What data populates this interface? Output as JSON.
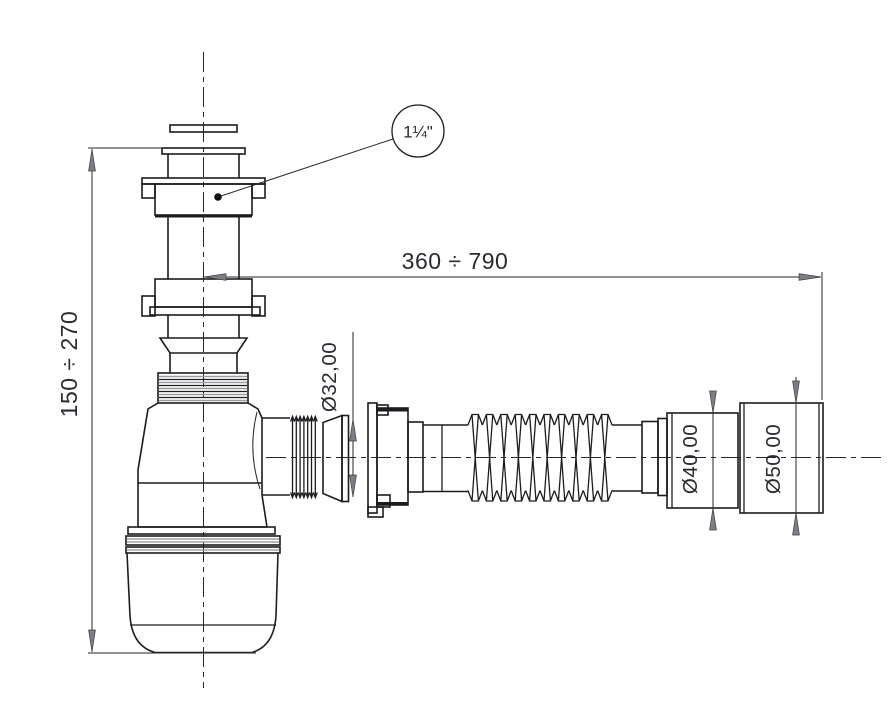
{
  "drawing": {
    "type": "technical dimension drawing",
    "subject": "bottle trap siphon with flexible outlet hose",
    "colors": {
      "line": "#1c1c20",
      "dimension_line": "#26262c",
      "arrow_fill": "#7d7d83",
      "thread_grey": "#8f8f94",
      "text": "#2a2a31",
      "background": "#ffffff"
    },
    "labels": {
      "balloon_thread_size": "1¼\"",
      "dim_length_range": "360 ÷ 790",
      "dim_height_range": "150 ÷ 270",
      "dim_hose_diameter": "Ø32,00",
      "dim_end_diameter_small": "Ø40,00",
      "dim_end_diameter_large": "Ø50,00"
    }
  }
}
